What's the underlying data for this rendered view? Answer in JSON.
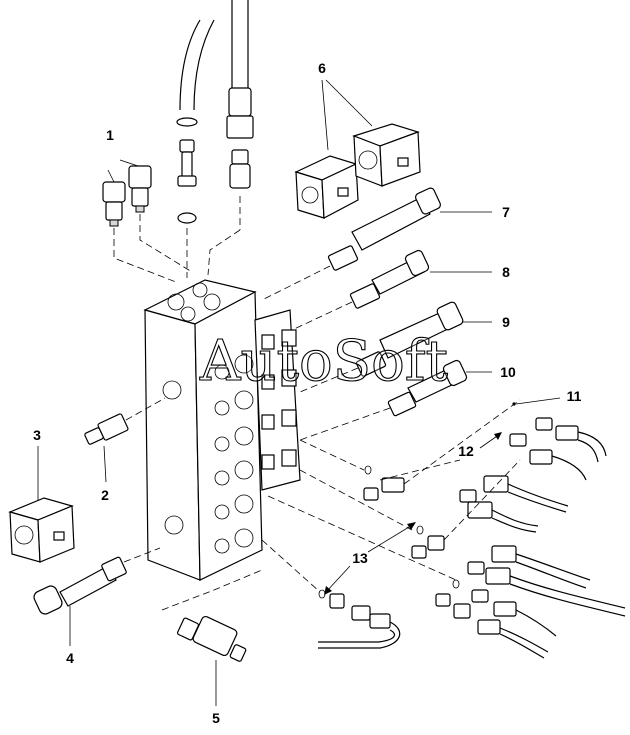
{
  "callouts": [
    {
      "id": "1",
      "label": "1"
    },
    {
      "id": "2",
      "label": "2"
    },
    {
      "id": "3",
      "label": "3"
    },
    {
      "id": "4",
      "label": "4"
    },
    {
      "id": "5",
      "label": "5"
    },
    {
      "id": "6",
      "label": "6"
    },
    {
      "id": "7",
      "label": "7"
    },
    {
      "id": "8",
      "label": "8"
    },
    {
      "id": "9",
      "label": "9"
    },
    {
      "id": "10",
      "label": "10"
    },
    {
      "id": "11",
      "label": "11"
    },
    {
      "id": "12",
      "label": "12"
    },
    {
      "id": "13",
      "label": "13"
    }
  ],
  "watermark": "AutoSoft",
  "colors": {
    "line": "#000000",
    "background": "#ffffff",
    "shade": "#d9d9d9"
  }
}
